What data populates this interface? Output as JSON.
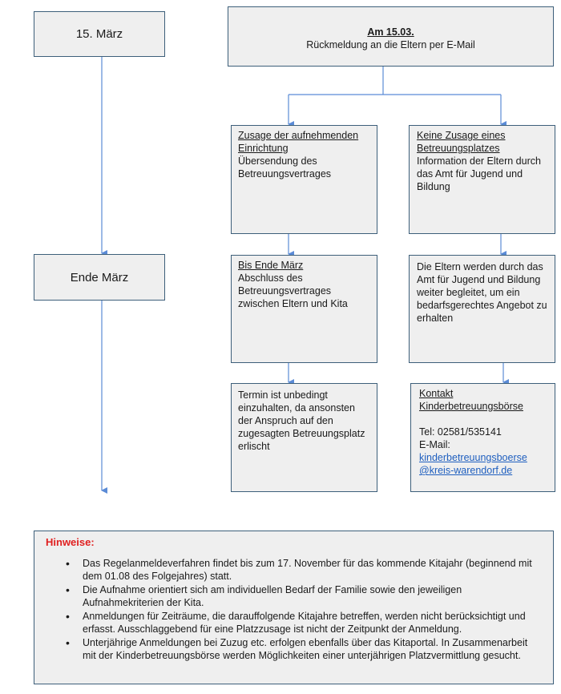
{
  "timeline": {
    "date1": "15. März",
    "date2": "Ende März"
  },
  "top": {
    "title": "Am 15.03.",
    "text": "Rückmeldung an die Eltern per E-Mail"
  },
  "left_branch": {
    "box1": {
      "heading": "Zusage der aufnehmenden Einrichtung",
      "text": "Übersendung des Betreuungsvertrages"
    },
    "box2": {
      "heading": "Bis Ende März",
      "text": "Abschluss des Betreuungsvertrages zwischen Eltern und Kita"
    },
    "box3": {
      "text": "Termin ist unbedingt einzuhalten, da ansonsten der Anspruch auf den zugesagten Betreuungsplatz erlischt"
    }
  },
  "right_branch": {
    "box1": {
      "heading": "Keine Zusage eines Betreuungsplatzes",
      "text": "Information der Eltern durch das Amt für Jugend und Bildung"
    },
    "box2": {
      "text": "Die Eltern werden durch das Amt für Jugend und Bildung weiter begleitet, um ein bedarfsgerechtes Angebot zu erhalten"
    },
    "box3": {
      "heading": "Kontakt Kinderbetreuungsbörse",
      "tel": "Tel: 02581/535141",
      "email_label": "E-Mail:",
      "email_line1": "kinderbetreuungsboerse",
      "email_line2": "@kreis-warendorf.de"
    }
  },
  "notes": {
    "heading": "Hinweise:",
    "items": [
      "Das Regelanmeldeverfahren findet bis zum 17. November für das kommende Kitajahr (beginnend mit dem 01.08 des Folgejahres) statt.",
      "Die Aufnahme orientiert sich am individuellen Bedarf der Familie sowie den jeweiligen Aufnahmekriterien der Kita.",
      "Anmeldungen für Zeiträume, die darauffolgende Kitajahre betreffen, werden nicht berücksichtigt und erfasst. Ausschlaggebend für eine Platzzusage ist nicht der Zeitpunkt der Anmeldung.",
      "Unterjährige Anmeldungen bei Zuzug etc. erfolgen ebenfalls über das Kitaportal. In Zusammenarbeit mit der Kinderbetreuungsbörse werden Möglichkeiten einer unterjährigen Platzvermittlung gesucht."
    ]
  },
  "colors": {
    "box_bg": "#efefef",
    "border": "#3d5f7a",
    "connector": "#5b8bd6",
    "notes_heading": "#e02020",
    "link": "#1f5fbf"
  }
}
